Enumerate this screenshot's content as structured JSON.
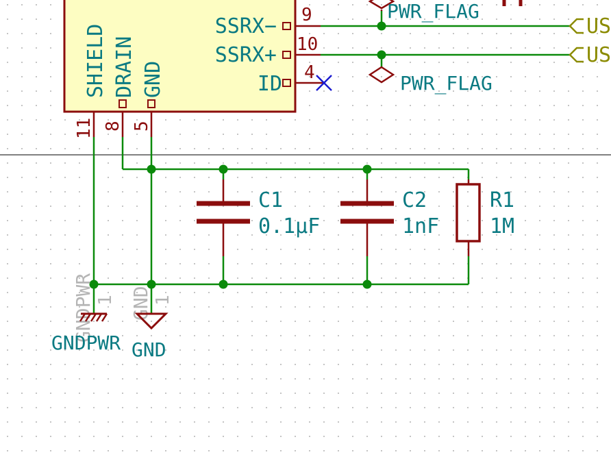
{
  "colors": {
    "background": "#ffffff",
    "grid_dot": "#9a9a9a",
    "wire": "#0b8a0b",
    "junction": "#0b8a0b",
    "component_body": "#8b0d0d",
    "component_fill": "#fdfdc2",
    "pin_text": "#8b0d0d",
    "label_text": "#0b7a82",
    "hidden_ref_text": "#b5b5b5",
    "no_connect": "#1b1bcf",
    "hier_label": "#8b8b00",
    "sheet_edge": "#000000"
  },
  "connector": {
    "pins_right": [
      {
        "name": "SSRX−",
        "number": "9"
      },
      {
        "name": "SSRX+",
        "number": "10"
      },
      {
        "name": "ID",
        "number": "4"
      }
    ],
    "pins_bottom": [
      {
        "name": "SHIELD",
        "number": "11"
      },
      {
        "name": "DRAIN",
        "number": "8"
      },
      {
        "name": "GND",
        "number": "5"
      }
    ]
  },
  "power_flags": [
    {
      "label": "PWR_FLAG"
    },
    {
      "label": "PWR_FLAG"
    }
  ],
  "hier_labels": [
    {
      "label": "US"
    },
    {
      "label": "US"
    }
  ],
  "components": [
    {
      "ref": "C1",
      "value": "0.1µF",
      "kind": "capacitor"
    },
    {
      "ref": "C2",
      "value": "1nF",
      "kind": "capacitor"
    },
    {
      "ref": "R1",
      "value": "1M",
      "kind": "resistor"
    }
  ],
  "power_symbols": [
    {
      "ref": "GNDPWR",
      "pin": "1",
      "label": "GNDPWR"
    },
    {
      "ref": "GND",
      "pin": "1",
      "label": "GND"
    }
  ]
}
